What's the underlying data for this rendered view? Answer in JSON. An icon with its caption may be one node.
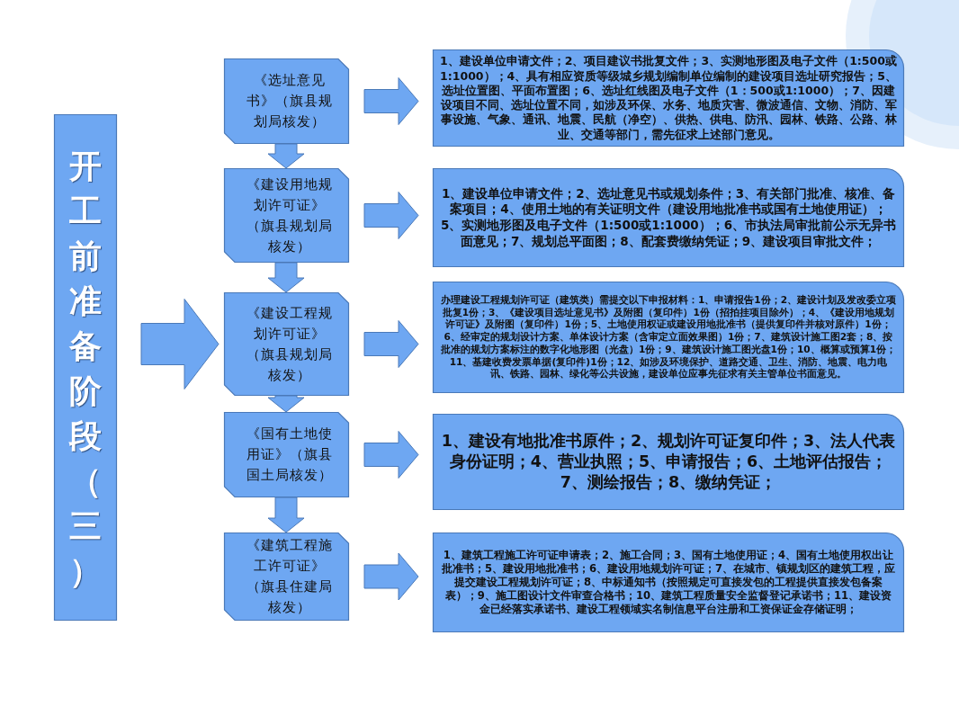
{
  "diagram": {
    "nodes": [
      {
        "text": [
          "开工前准备阶段（三）"
        ]
      },
      {
        "text": [
          "《选址意见书》（旗县规划局核发）"
        ]
      },
      {
        "text": [
          "《建设用地规划许可证》（旗县规划局核发）"
        ]
      },
      {
        "text": [
          "《建设工程规划许可证》（旗县规划局核发）"
        ]
      },
      {
        "text": [
          "《国有土地使用证》（旗县国土局核发）"
        ]
      },
      {
        "text": [
          "《建筑工程施工许可证》（旗县住建局核发）"
        ]
      },
      {
        "text": [
          "1、建设单位申请文件；2、项目建议书批复文件；3、实测地形图及电子文件（1:500或1:1000）；4、具有相应资质等级城乡规划编制单位编制的建设项目选址研究报告；5、选址位置图、平面布置图；6、选址红线图及电子文件（1：500或1:1000）；7、因建设项目不同、选址位置不同，如涉及环保、水务、地质灾害、微波通信、文物、消防、军事设施、气象、通讯、地震、民航（净空）、供热、供电、防汛、园林、铁路、公路、林业、交通等部门，需先征求上述部门意见。"
        ]
      },
      {
        "text": [
          "1、建设单位申请文件；2、选址意见书或规划条件；3、有关部门批准、核准、备案项目；4、使用土地的有关证明文件（建设用地批准书或国有土地使用证）；5、实测地形图及电子文件（1:500或1:1000）；6、市执法局审批前公示无异书面意见；7、规划总平面图；8、配套费缴纳凭证；9、建设项目审批文件；"
        ]
      },
      {
        "text": [
          "办理建设工程规划许可证（建筑类）需提交以下申报材料：1、申请报告1份；2、建设计划及发改委立项批复1份；3、《建设项目选址意见书》及附图（复印件）1份（招拍挂项目除外）；4、《建设用地规划许可证》及附图（复印件）1份；5、土地使用权证或建设用地批准书（提供复印件并核对原件）1份；6、经审定的规划设计方案、单体设计方案（含审定立面效果图）1份；7、建筑设计施工图2套；8、按批准的规划方案标注的数字化地形图（光盘）1份；9、建筑设计施工图光盘1份；10、概算或预算1份；11、基建收费发票单据(复印件)1份；12、如涉及环境保护、道路交通、卫生、消防、地震、电力电讯、铁路、园林、绿化等公共设施，建设单位应事先征求有关主管单位书面意见。"
        ]
      },
      {
        "text": [
          "1、建设有地批准书原件；2、规划许可证复印件；3、法人代表身份证明；4、营业执照；5、申请报告；6、土地评估报告；7、测绘报告；8、缴纳凭证；"
        ]
      },
      {
        "text": [
          "1、建筑工程施工许可证申请表；2、施工合同；3、国有土地使用证；4、国有土地使用权出让批准书；5、建设用地批准书；6、建设用地规划许可证；7、在城市、镇规划区的建筑工程，应提交建设工程规划许可证；8、中标通知书（按照规定可直接发包的工程提供直接发包备案表）；9、施工图设计文件审查合格书；10、建筑工程质量安全监督登记承诺书；11、建设资金已经落实承诺书、建设工程领域实名制信息平台注册和工资保证金存储证明；"
        ]
      }
    ],
    "edges": [
      {
        "from": 0,
        "to": 3,
        "arrow": "to"
      },
      {
        "from": 1,
        "to": 2,
        "arrow": "to"
      },
      {
        "from": 2,
        "to": 3,
        "arrow": "to"
      },
      {
        "from": 3,
        "to": 4,
        "arrow": "to"
      },
      {
        "from": 4,
        "to": 5,
        "arrow": "to"
      },
      {
        "from": 1,
        "to": 6,
        "arrow": "to"
      },
      {
        "from": 2,
        "to": 7,
        "arrow": "to"
      },
      {
        "from": 3,
        "to": 8,
        "arrow": "to"
      },
      {
        "from": 4,
        "to": 9,
        "arrow": "to"
      },
      {
        "from": 5,
        "to": 10,
        "arrow": "to"
      }
    ]
  }
}
